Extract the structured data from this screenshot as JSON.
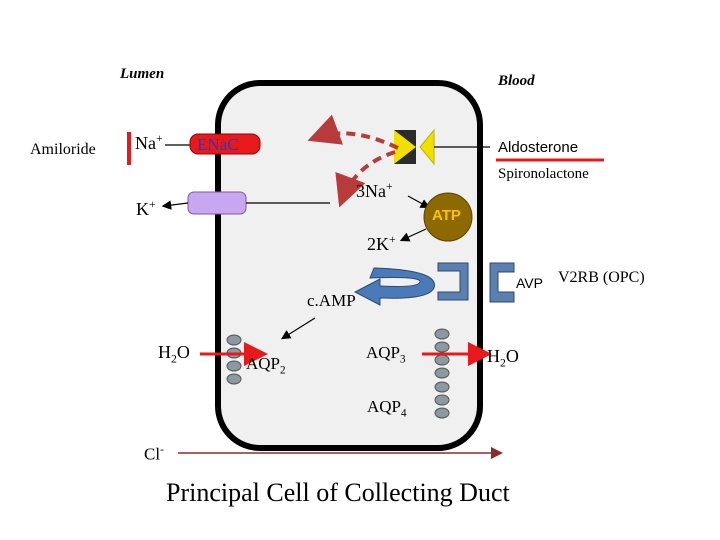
{
  "regions": {
    "lumen": "Lumen",
    "blood": "Blood"
  },
  "drugs": {
    "amiloride": "Amiloride",
    "aldosterone": "Aldosterone",
    "spironolactone": "Spironolactone"
  },
  "ions": {
    "na_lumen": "Na",
    "na_lumen_charge": "+",
    "k_lumen": "K",
    "k_lumen_charge": "+",
    "na_pump": "3Na",
    "na_pump_charge": "+",
    "k_pump": "2K",
    "k_pump_charge": "+",
    "cl": "Cl",
    "cl_charge": "-"
  },
  "channels": {
    "enac": "ENaC",
    "atp": "ATP"
  },
  "signaling": {
    "avp": "AVP",
    "v2rb": "V2RB (OPC)",
    "camp": "c.AMP"
  },
  "water": {
    "h2o_left_main": "H",
    "h2o_left_sub": "2",
    "h2o_left_tail": "O",
    "h2o_right_main": "H",
    "h2o_right_sub": "2",
    "h2o_right_tail": "O",
    "aqp2_main": "AQP",
    "aqp2_sub": "2",
    "aqp3_main": "AQP",
    "aqp3_sub": "3",
    "aqp4_main": "AQP",
    "aqp4_sub": "4"
  },
  "title": "Principal Cell of Collecting Duct",
  "colors": {
    "cell_fill": "#f0f0f0",
    "cell_stroke": "#000000",
    "red": "#e8191b",
    "enac_fill": "#e8191b",
    "k_channel_fill": "#c8a7f0",
    "atp_fill": "#8c6a00",
    "atp_text": "#ffc000",
    "receptor_fill": "#5b7fb0",
    "aldo_fill": "#f0e000",
    "camp_arrow": "#4a7ab8",
    "enac_text": "#1f3bd0",
    "dashed": "#b83a3a"
  }
}
